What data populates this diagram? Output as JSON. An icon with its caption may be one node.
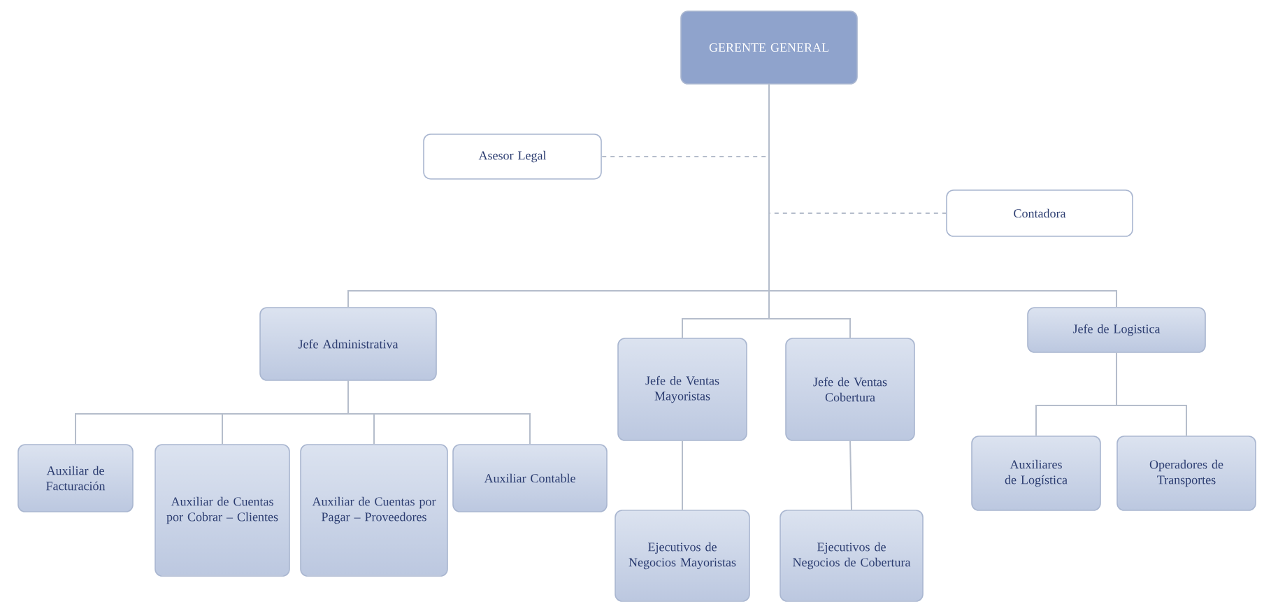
{
  "diagram": {
    "nodes": [
      {
        "text": [
          "GERENTE GENERAL"
        ]
      },
      {
        "text": [
          "Asesor Legal"
        ]
      },
      {
        "text": [
          "Contadora"
        ]
      },
      {
        "text": [
          "Jefe Administrativa"
        ]
      },
      {
        "text": [
          "Jefe de Ventas Mayoristas"
        ]
      },
      {
        "text": [
          "Jefe de Ventas Cobertura"
        ]
      },
      {
        "text": [
          "Jefe de Logistica"
        ]
      },
      {
        "text": [
          "Auxiliar de Facturación"
        ]
      },
      {
        "text": [
          "Auxiliar de Cuentas por Cobrar – Clientes"
        ]
      },
      {
        "text": [
          "Auxiliar de Cuentas por Pagar – Proveedores"
        ]
      },
      {
        "text": [
          "Auxiliar Contable"
        ]
      },
      {
        "text": [
          "Ejecutivos de Negocios Mayoristas"
        ]
      },
      {
        "text": [
          "Ejecutivos de Negocios de Cobertura"
        ]
      },
      {
        "text": [
          "Auxiliares de Logística"
        ]
      },
      {
        "text": [
          "Operadores de Transportes"
        ]
      }
    ],
    "edges": [
      {
        "from": 0,
        "to": 1,
        "arrow": "none",
        "style": "dashed"
      },
      {
        "from": 0,
        "to": 2,
        "arrow": "none",
        "style": "dashed"
      },
      {
        "from": 0,
        "to": 3,
        "arrow": "none"
      },
      {
        "from": 0,
        "to": 4,
        "arrow": "none"
      },
      {
        "from": 0,
        "to": 5,
        "arrow": "none"
      },
      {
        "from": 0,
        "to": 6,
        "arrow": "none"
      },
      {
        "from": 3,
        "to": 7,
        "arrow": "none"
      },
      {
        "from": 3,
        "to": 8,
        "arrow": "none"
      },
      {
        "from": 3,
        "to": 9,
        "arrow": "none"
      },
      {
        "from": 3,
        "to": 10,
        "arrow": "none"
      },
      {
        "from": 4,
        "to": 11,
        "arrow": "none"
      },
      {
        "from": 5,
        "to": 12,
        "arrow": "none"
      },
      {
        "from": 6,
        "to": 13,
        "arrow": "none"
      },
      {
        "from": 6,
        "to": 14,
        "arrow": "none"
      }
    ]
  }
}
